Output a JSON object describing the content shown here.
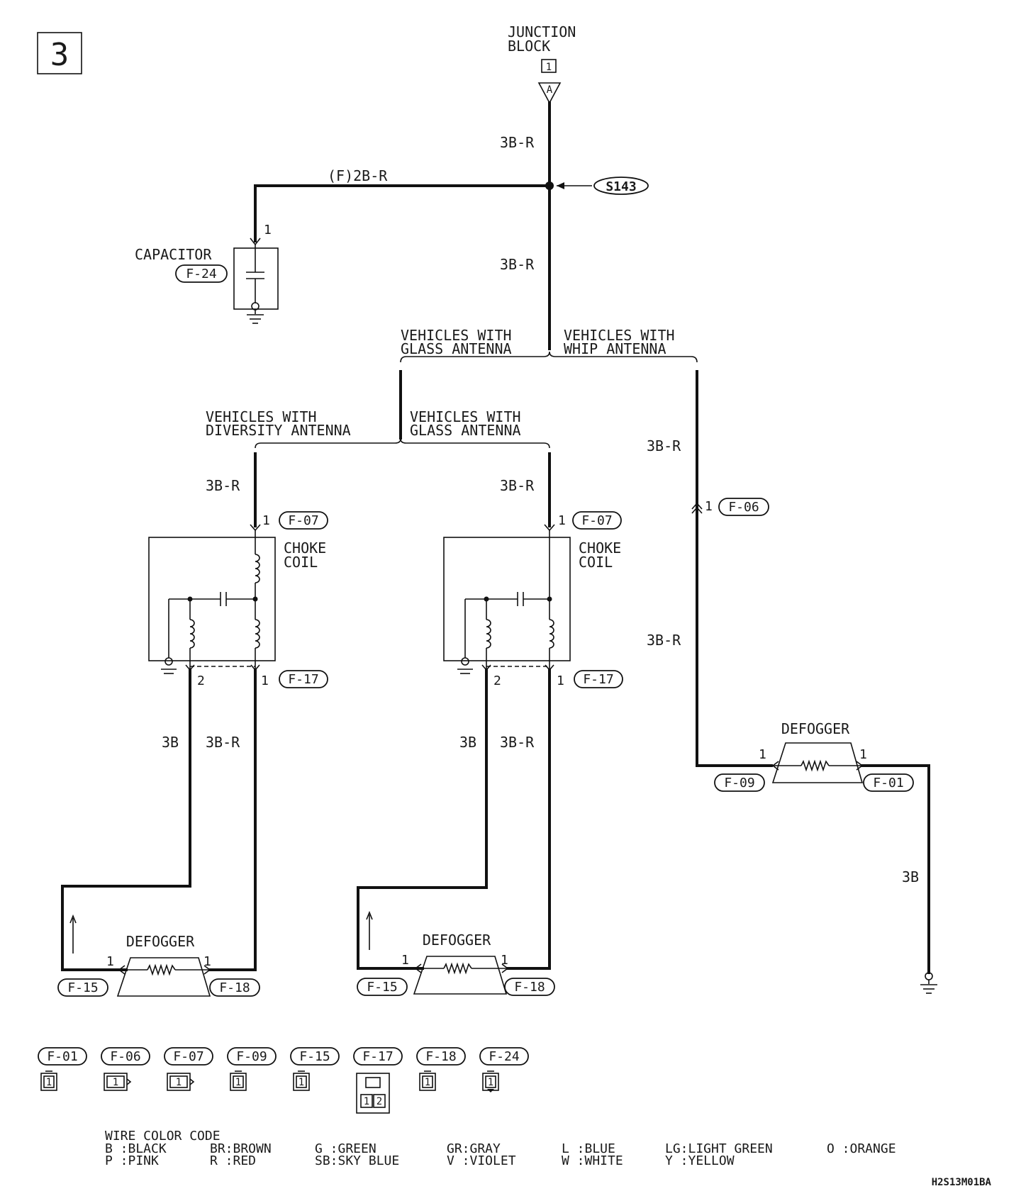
{
  "page_number": "3",
  "junction_block": {
    "title": "JUNCTION",
    "title2": "BLOCK",
    "connector": "1",
    "terminal": "A"
  },
  "splice": "S143",
  "wires": {
    "main_top": "3B-R",
    "main_mid": "3B-R",
    "capacitor_feed": "(F)2B-R",
    "whip_upper": "3B-R",
    "whip_lower": "3B-R",
    "div_feed": "3B-R",
    "glass_feed": "3B-R",
    "div_gnd": "3B",
    "div_out": "3B-R",
    "glass_gnd": "3B",
    "glass_out": "3B-R",
    "whip_gnd": "3B"
  },
  "branches": {
    "glass_1": "VEHICLES WITH",
    "glass_2": "GLASS ANTENNA",
    "whip_1": "VEHICLES WITH",
    "whip_2": "WHIP ANTENNA",
    "div_1": "VEHICLES WITH",
    "div_2": "DIVERSITY ANTENNA",
    "glass2_1": "VEHICLES WITH",
    "glass2_2": "GLASS ANTENNA"
  },
  "capacitor": {
    "label": "CAPACITOR",
    "connector": "F-24",
    "pin": "1"
  },
  "choke_coil": {
    "label1": "CHOKE",
    "label2": "COIL",
    "conn_in": "F-07",
    "conn_out": "F-17",
    "pin_in": "1",
    "pin_gnd": "2",
    "pin_out": "1"
  },
  "defogger": {
    "label": "DEFOGGER",
    "conn_left": "F-15",
    "conn_right": "F-18",
    "pin": "1"
  },
  "whip_defogger": {
    "label": "DEFOGGER",
    "conn_in": "F-06",
    "conn_left": "F-09",
    "conn_right": "F-01",
    "pin": "1"
  },
  "connector_views": [
    {
      "id": "F-01",
      "pins": [
        "1"
      ]
    },
    {
      "id": "F-06",
      "pins": [
        "1"
      ]
    },
    {
      "id": "F-07",
      "pins": [
        "1"
      ]
    },
    {
      "id": "F-09",
      "pins": [
        "1"
      ]
    },
    {
      "id": "F-15",
      "pins": [
        "1"
      ]
    },
    {
      "id": "F-17",
      "pins": [
        "1",
        "2"
      ]
    },
    {
      "id": "F-18",
      "pins": [
        "1"
      ]
    },
    {
      "id": "F-24",
      "pins": [
        "1"
      ]
    }
  ],
  "wire_color_code": {
    "title": "WIRE COLOR CODE",
    "row1": [
      "B :BLACK",
      "BR:BROWN",
      "G :GREEN",
      "GR:GRAY",
      "L :BLUE",
      "LG:LIGHT GREEN",
      "O :ORANGE"
    ],
    "row2": [
      "P :PINK",
      "R :RED",
      "SB:SKY BLUE",
      "V :VIOLET",
      "W :WHITE",
      "Y :YELLOW"
    ]
  },
  "diagram_code": "H2S13M01BA"
}
